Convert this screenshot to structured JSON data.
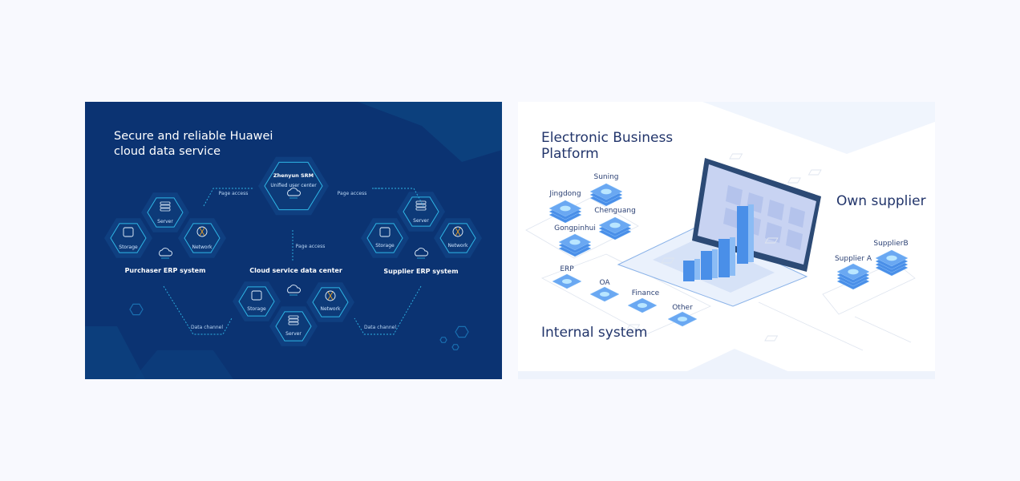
{
  "left_panel": {
    "title_line1": "Secure and reliable Huawei",
    "title_line2": "cloud data service",
    "center_node": {
      "title": "Zhenyun SRM",
      "subtitle": "Unified user center"
    },
    "purchaser": {
      "label": "Purchaser ERP system",
      "server": "Server",
      "storage": "Storage",
      "network": "Network"
    },
    "supplier": {
      "label": "Supplier ERP system",
      "server": "Server",
      "storage": "Storage",
      "network": "Network"
    },
    "datacenter": {
      "label": "Cloud service data center",
      "server": "Server",
      "storage": "Storage",
      "network": "Network"
    },
    "links": {
      "page_access_left": "Page access",
      "page_access_right": "Page access",
      "page_access_center": "Page access",
      "data_channel_left": "Data channel",
      "data_channel_right": "Data channel"
    },
    "colors": {
      "background": "#0b3372",
      "accent": "#2fb6e6"
    }
  },
  "right_panel": {
    "title_line1": "Electronic Business",
    "title_line2": "Platform",
    "own_supplier": "Own supplier",
    "internal_system": "Internal system",
    "platforms": [
      "Suning",
      "Jingdong",
      "Chenguang",
      "Gongpinhui"
    ],
    "internal": [
      "ERP",
      "OA",
      "Finance",
      "Other"
    ],
    "suppliers": [
      "Supplier A",
      "SupplierB"
    ],
    "colors": {
      "title": "#22356b",
      "block": "#4a8fe8"
    }
  }
}
